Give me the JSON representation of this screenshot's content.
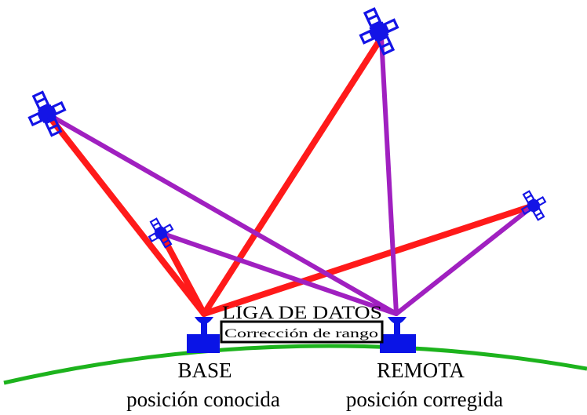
{
  "data_link": {
    "title": "LIGA DE DATOS",
    "subtitle": "Corrección de rango"
  },
  "base": {
    "name": "BASE",
    "caption": "posición conocida"
  },
  "remote": {
    "name": "REMOTA",
    "caption": "posición corregida"
  },
  "colors": {
    "base_signal": "#ff1a1a",
    "remote_signal": "#a020c0",
    "satellite": "#1414e6",
    "receiver": "#0a14e6",
    "ground": "#1db31d",
    "link_bar": "#000000"
  },
  "icons": [
    "satellite-icon",
    "base-receiver-icon",
    "remote-receiver-icon",
    "earth-horizon"
  ]
}
